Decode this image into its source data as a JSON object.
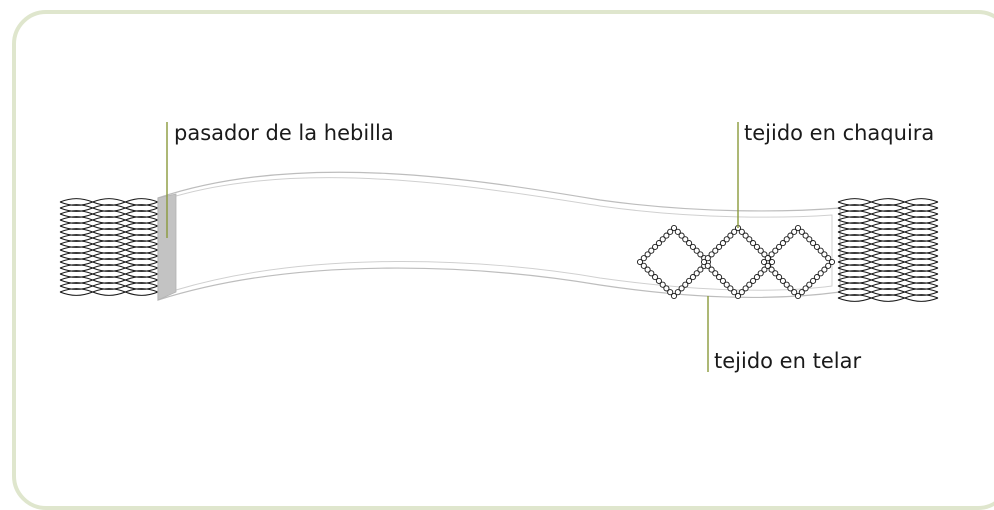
{
  "labels": {
    "buckle_loop": "pasador de la hebilla",
    "bead_weave": "tejido en chaquira",
    "loom_weave": "tejido en telar"
  },
  "colors": {
    "frame_border": "#dfe6cd",
    "leader_line": "#8a9a3a",
    "strap_outline": "#bdbdbd",
    "loop_fill": "#c3c3c3",
    "threads": "#1a1a1a"
  }
}
